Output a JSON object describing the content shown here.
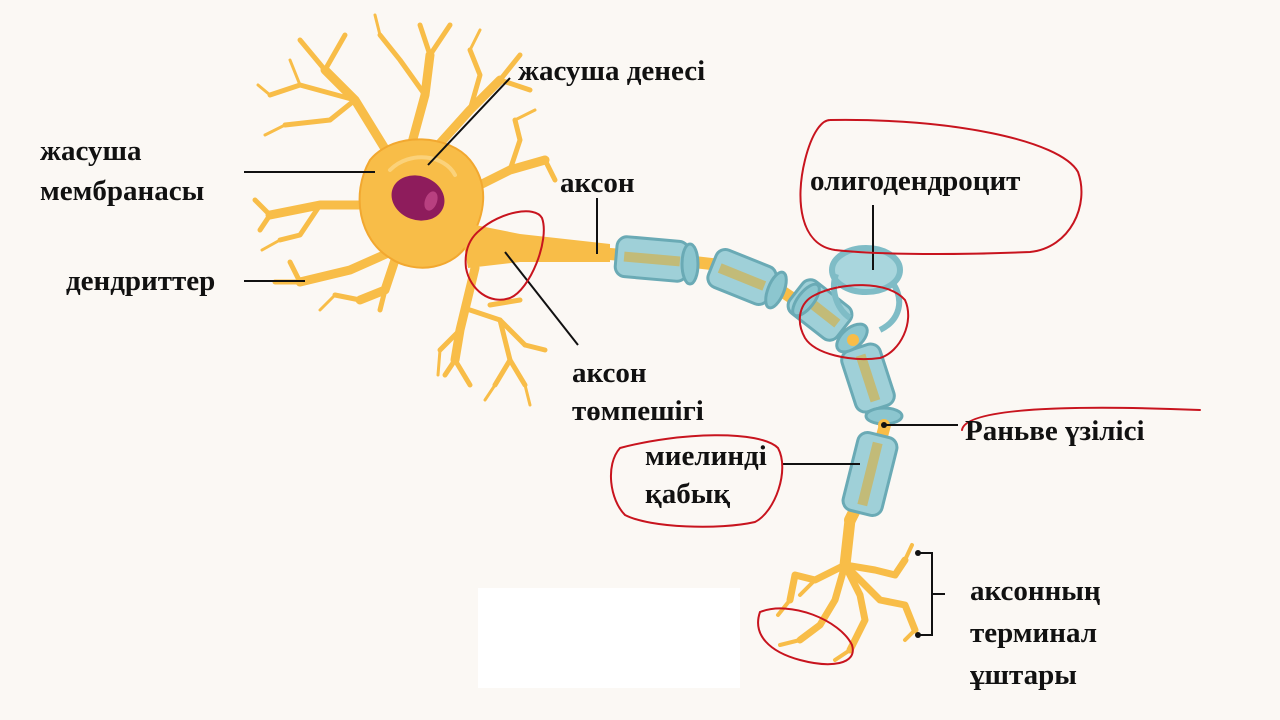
{
  "labels": {
    "cell_body": "жасуша денесі",
    "membrane_line1": "жасуша",
    "membrane_line2": "мембранасы",
    "axon": "аксон",
    "oligodendrocyte": "олигодендроцит",
    "dendrites": "дендриттер",
    "axon_hillock_line1": "аксон",
    "axon_hillock_line2": "төмпешігі",
    "node_of_ranvier": "Раньве үзілісі",
    "myelin_line1": "миелинді",
    "myelin_line2": "қабық",
    "terminals_line1": "аксонның",
    "terminals_line2": "терминал",
    "terminals_line3": "ұштары"
  },
  "colors": {
    "background": "#fbf8f4",
    "neuron": "#f8bd48",
    "nucleus": "#8e1c5c",
    "myelin": "#9fd0d8",
    "myelin_dark": "#6aaab5",
    "annotation_red": "#c8141e",
    "leader_line": "#111111"
  }
}
